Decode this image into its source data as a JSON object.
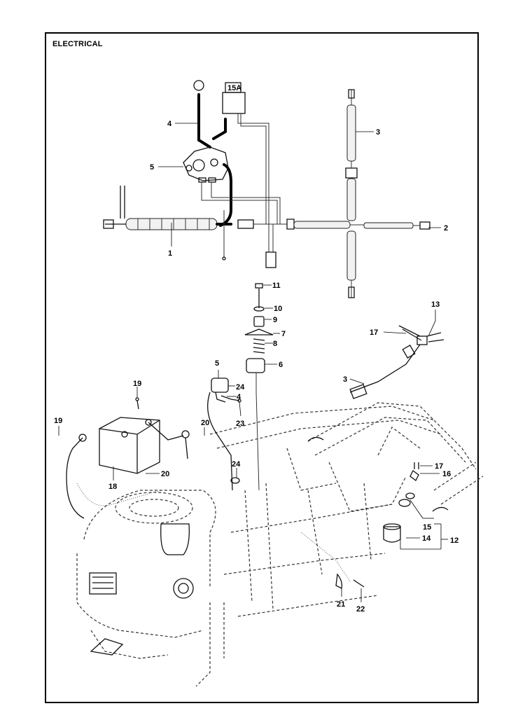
{
  "title": "ELECTRICAL",
  "callouts": {
    "c1": "1",
    "c2": "2",
    "c3a": "3",
    "c3b": "3",
    "c4a": "4",
    "c4b": "4",
    "c5a": "5",
    "c5b": "5",
    "c6": "6",
    "c7": "7",
    "c8": "8",
    "c9": "9",
    "c10": "10",
    "c11": "11",
    "c12": "12",
    "c13": "13",
    "c14": "14",
    "c15": "15",
    "c16": "16",
    "c17a": "17",
    "c17b": "17",
    "c18": "18",
    "c19a": "19",
    "c19b": "19",
    "c20a": "20",
    "c20b": "20",
    "c21": "21",
    "c22": "22",
    "c23": "23",
    "c24a": "24",
    "c24b": "24"
  },
  "fuse_label": "15A"
}
